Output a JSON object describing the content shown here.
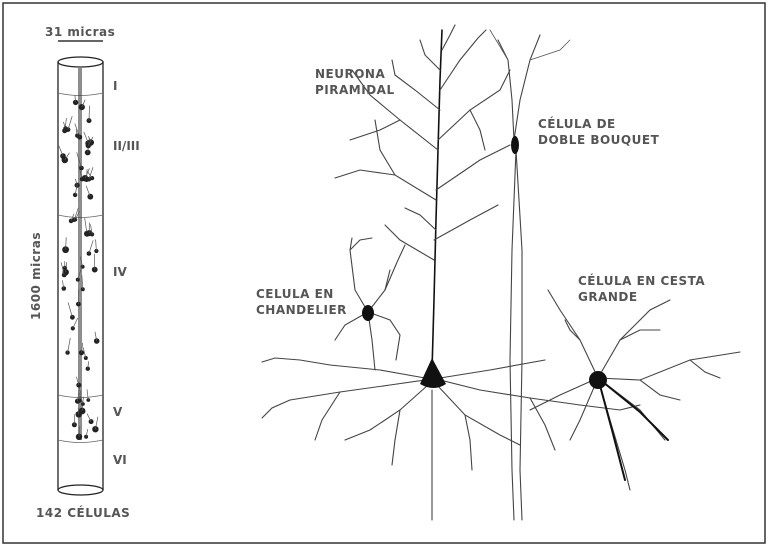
{
  "column": {
    "width_label": "31 micras",
    "height_label": "1600 micras",
    "cell_count_label": "142 CÉLULAS",
    "layers": [
      "I",
      "II/III",
      "IV",
      "V",
      "VI"
    ]
  },
  "neurons": {
    "pyramidal": [
      "NEURONA",
      "PIRAMIDAL"
    ],
    "double_bouquet": [
      "CÉLULA DE",
      "DOBLE BOUQUET"
    ],
    "chandelier": [
      "CELULA EN",
      "CHANDELIER"
    ],
    "basket": [
      "CÉLULA EN CESTA",
      "GRANDE"
    ]
  },
  "colors": {
    "ink": "#111111",
    "label": "#555555",
    "frame": "#333333"
  }
}
